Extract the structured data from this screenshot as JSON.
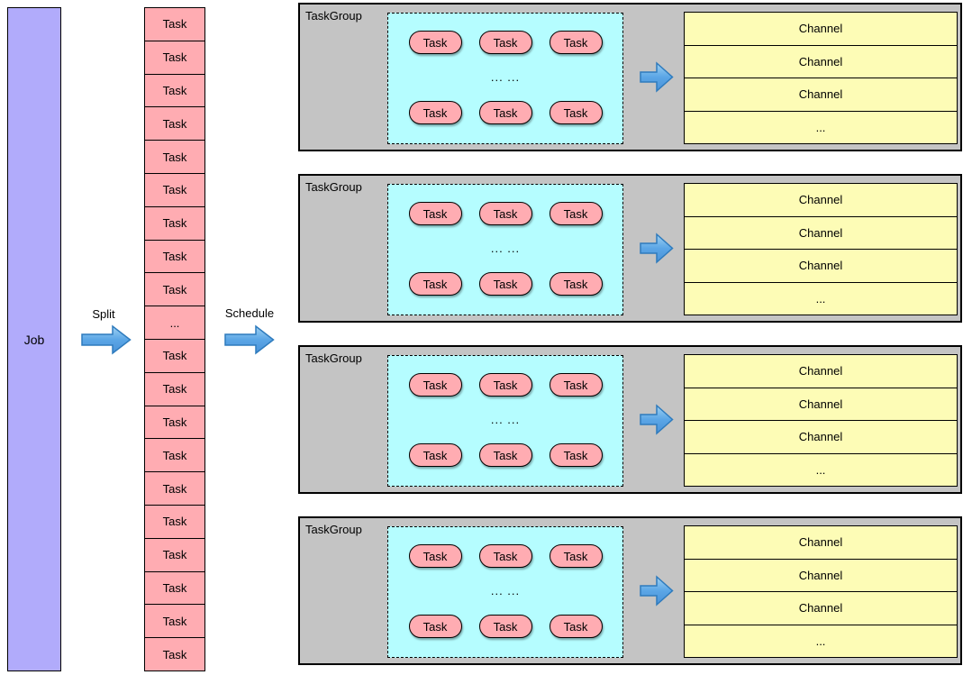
{
  "job": {
    "label": "Job"
  },
  "flow": {
    "split_label": "Split",
    "schedule_label": "Schedule"
  },
  "icons": {
    "flow_arrow": "arrow-right"
  },
  "colors": {
    "job_fill": "#b1abfb",
    "task_fill": "#ffacb2",
    "group_fill": "#c4c4c4",
    "pool_fill": "#b5fdff",
    "channel_fill": "#fdfcb6",
    "arrow_fill_top": "#9fd1f2",
    "arrow_fill_bottom": "#4a92d8",
    "arrow_stroke": "#2e7bbd",
    "border": "#000000"
  },
  "task_column": {
    "cells": [
      "Task",
      "Task",
      "Task",
      "Task",
      "Task",
      "Task",
      "Task",
      "Task",
      "Task",
      "...",
      "Task",
      "Task",
      "Task",
      "Task",
      "Task",
      "Task",
      "Task",
      "Task",
      "Task",
      "Task"
    ]
  },
  "task_groups": [
    {
      "label": "TaskGroup",
      "tasks_top": [
        "Task",
        "Task",
        "Task"
      ],
      "dots": "... ...",
      "tasks_bottom": [
        "Task",
        "Task",
        "Task"
      ],
      "channels": [
        "Channel",
        "Channel",
        "Channel",
        "..."
      ]
    },
    {
      "label": "TaskGroup",
      "tasks_top": [
        "Task",
        "Task",
        "Task"
      ],
      "dots": "... ...",
      "tasks_bottom": [
        "Task",
        "Task",
        "Task"
      ],
      "channels": [
        "Channel",
        "Channel",
        "Channel",
        "..."
      ]
    },
    {
      "label": "TaskGroup",
      "tasks_top": [
        "Task",
        "Task",
        "Task"
      ],
      "dots": "... ...",
      "tasks_bottom": [
        "Task",
        "Task",
        "Task"
      ],
      "channels": [
        "Channel",
        "Channel",
        "Channel",
        "..."
      ]
    },
    {
      "label": "TaskGroup",
      "tasks_top": [
        "Task",
        "Task",
        "Task"
      ],
      "dots": "... ...",
      "tasks_bottom": [
        "Task",
        "Task",
        "Task"
      ],
      "channels": [
        "Channel",
        "Channel",
        "Channel",
        "..."
      ]
    }
  ]
}
